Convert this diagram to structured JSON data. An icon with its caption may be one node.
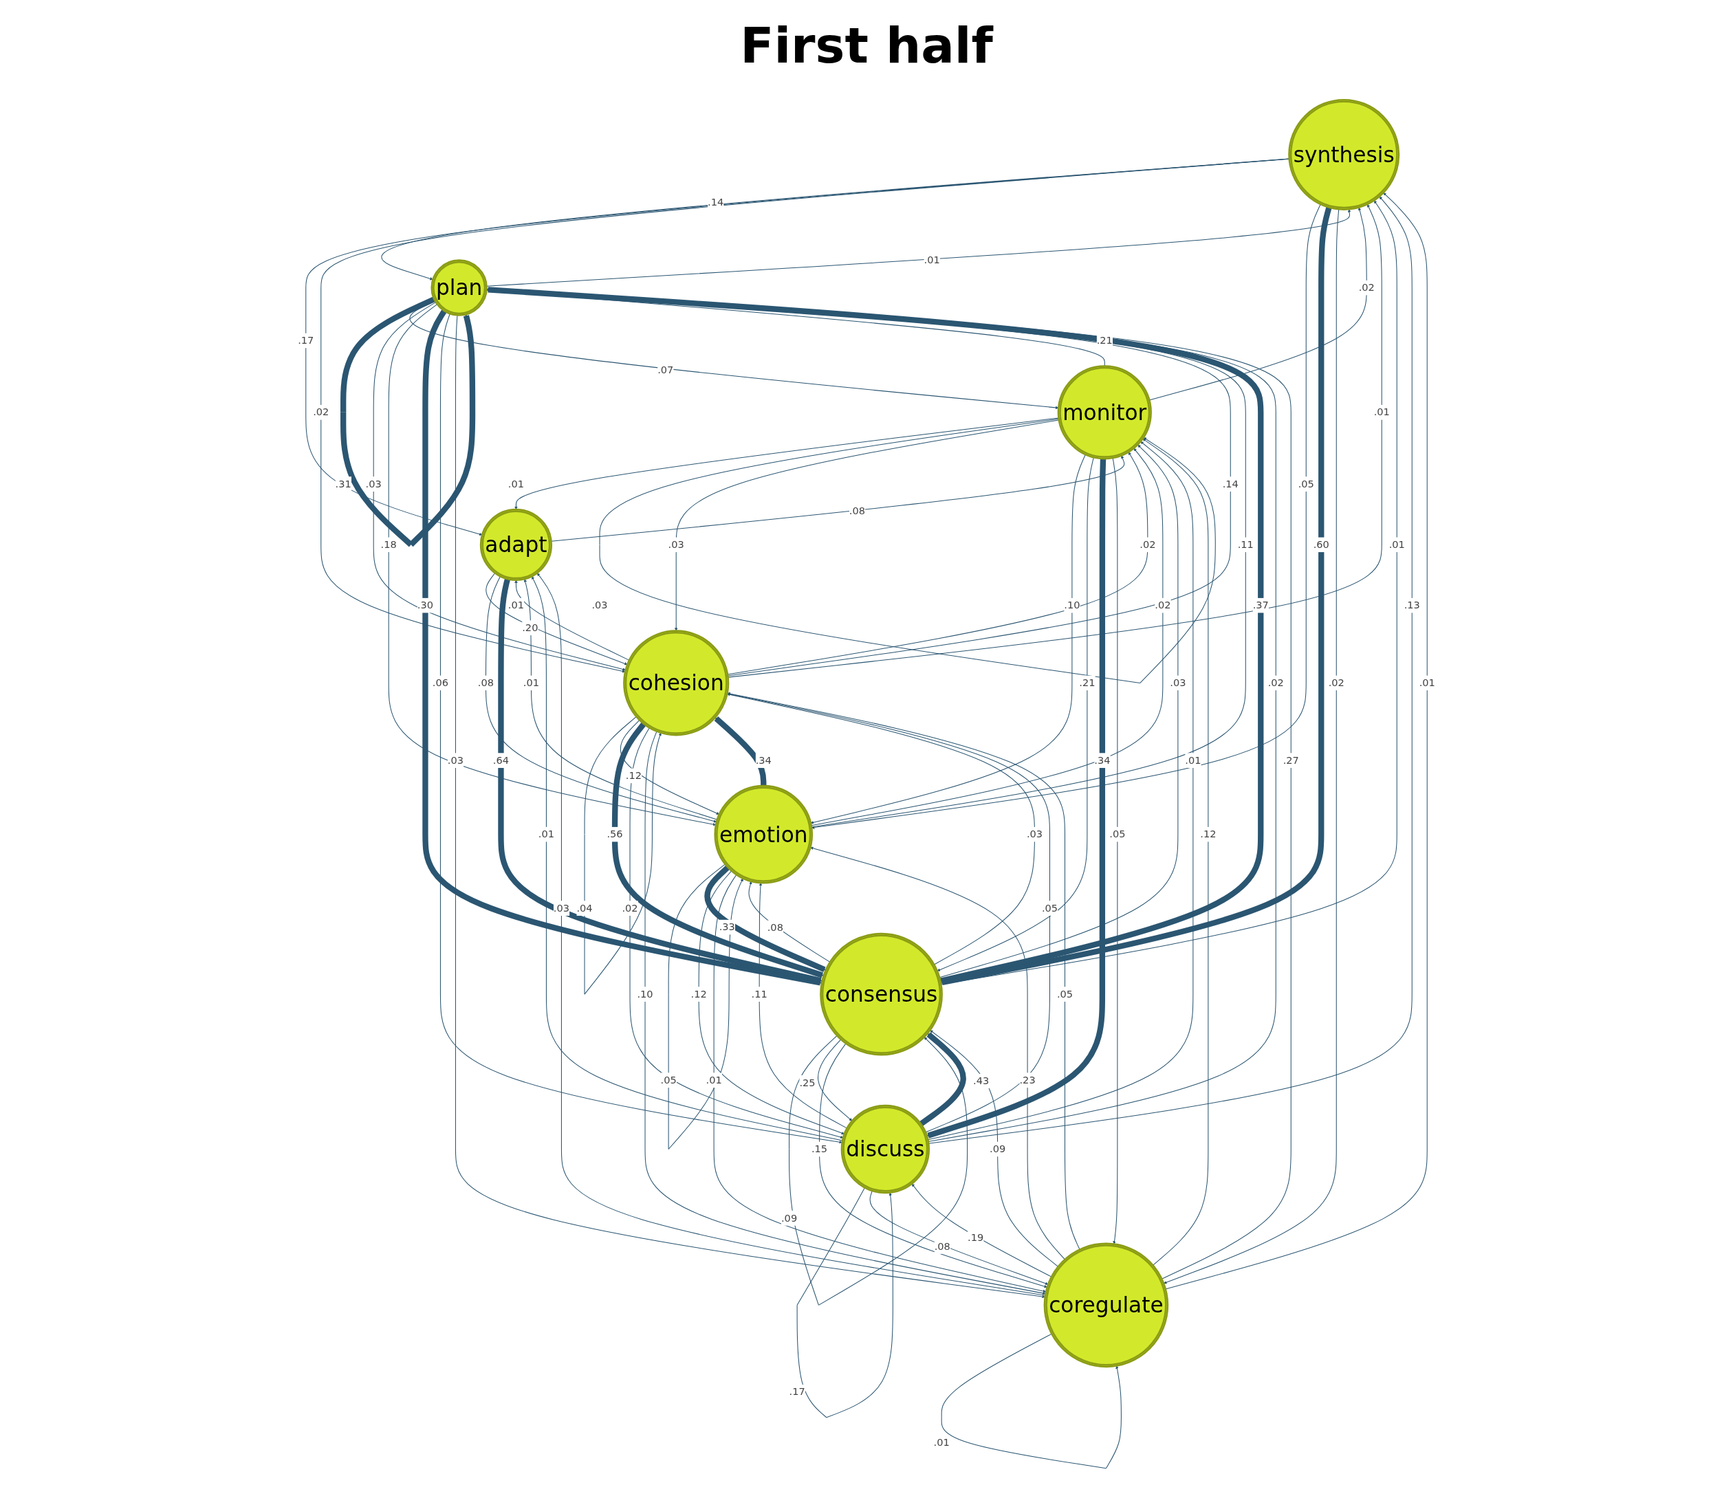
{
  "diagram": {
    "title": "First half",
    "nodes": [
      {
        "text": [
          "synthesis"
        ]
      },
      {
        "text": [
          "plan"
        ]
      },
      {
        "text": [
          "adapt"
        ]
      },
      {
        "text": [
          "monitor"
        ]
      },
      {
        "text": [
          "cohesion"
        ]
      },
      {
        "text": [
          "emotion"
        ]
      },
      {
        "text": [
          "consensus"
        ]
      },
      {
        "text": [
          "discuss"
        ]
      },
      {
        "text": [
          "coregulate"
        ]
      }
    ],
    "edges": [
      {
        "from": 0,
        "to": 1,
        "arrow": "to",
        "label": ".14"
      },
      {
        "from": 0,
        "to": 2,
        "arrow": "to",
        "label": ".17"
      },
      {
        "from": 0,
        "to": 4,
        "arrow": "to",
        "label": ".02"
      },
      {
        "from": 0,
        "to": 5,
        "arrow": "to",
        "label": ".05"
      },
      {
        "from": 0,
        "to": 6,
        "arrow": "to",
        "label": ".60",
        "style": "thick"
      },
      {
        "from": 0,
        "to": 8,
        "arrow": "to",
        "label": ".02"
      },
      {
        "from": 1,
        "to": 0,
        "arrow": "to",
        "label": ".01"
      },
      {
        "from": 1,
        "to": 1,
        "arrow": "to",
        "label": ".31",
        "style": "thick"
      },
      {
        "from": 1,
        "to": 3,
        "arrow": "to",
        "label": ".07"
      },
      {
        "from": 1,
        "to": 4,
        "arrow": "to",
        "label": ".03"
      },
      {
        "from": 1,
        "to": 5,
        "arrow": "to",
        "label": ".18"
      },
      {
        "from": 1,
        "to": 6,
        "arrow": "to",
        "label": ".30",
        "style": "thick"
      },
      {
        "from": 1,
        "to": 7,
        "arrow": "to",
        "label": ".06"
      },
      {
        "from": 1,
        "to": 8,
        "arrow": "to",
        "label": ".03"
      },
      {
        "from": 2,
        "to": 3,
        "arrow": "to",
        "label": ".08"
      },
      {
        "from": 2,
        "to": 4,
        "arrow": "to",
        "label": ".20"
      },
      {
        "from": 2,
        "to": 5,
        "arrow": "to",
        "label": ".08"
      },
      {
        "from": 2,
        "to": 6,
        "arrow": "to",
        "label": ".64",
        "style": "thick"
      },
      {
        "from": 3,
        "to": 0,
        "arrow": "to",
        "label": ".02"
      },
      {
        "from": 3,
        "to": 1,
        "arrow": "to",
        "label": ".21"
      },
      {
        "from": 3,
        "to": 2,
        "arrow": "to",
        "label": ".01"
      },
      {
        "from": 3,
        "to": 3,
        "arrow": "to",
        "label": ".03"
      },
      {
        "from": 3,
        "to": 4,
        "arrow": "to",
        "label": ".03"
      },
      {
        "from": 3,
        "to": 5,
        "arrow": "to",
        "label": ".10"
      },
      {
        "from": 3,
        "to": 6,
        "arrow": "to",
        "label": ".21"
      },
      {
        "from": 3,
        "to": 7,
        "arrow": "to",
        "label": ".34",
        "style": "thick"
      },
      {
        "from": 3,
        "to": 8,
        "arrow": "to",
        "label": ".05"
      },
      {
        "from": 4,
        "to": 0,
        "arrow": "to",
        "label": ".01"
      },
      {
        "from": 4,
        "to": 1,
        "arrow": "to",
        "label": ".14"
      },
      {
        "from": 4,
        "to": 2,
        "arrow": "to",
        "label": ".01"
      },
      {
        "from": 4,
        "to": 3,
        "arrow": "to",
        "label": ".02"
      },
      {
        "from": 4,
        "to": 4,
        "arrow": "to",
        "label": ".04"
      },
      {
        "from": 4,
        "to": 5,
        "arrow": "to",
        "label": ".12"
      },
      {
        "from": 4,
        "to": 6,
        "arrow": "to",
        "label": ".56",
        "style": "thick"
      },
      {
        "from": 4,
        "to": 7,
        "arrow": "to",
        "label": ".02"
      },
      {
        "from": 4,
        "to": 8,
        "arrow": "to",
        "label": ".10"
      },
      {
        "from": 5,
        "to": 1,
        "arrow": "to",
        "label": ".11"
      },
      {
        "from": 5,
        "to": 2,
        "arrow": "to",
        "label": ".01"
      },
      {
        "from": 5,
        "to": 3,
        "arrow": "to",
        "label": ".02"
      },
      {
        "from": 5,
        "to": 4,
        "arrow": "to",
        "label": ".34",
        "style": "thick"
      },
      {
        "from": 5,
        "to": 5,
        "arrow": "to",
        "label": ".05"
      },
      {
        "from": 5,
        "to": 6,
        "arrow": "to",
        "label": ".33",
        "style": "thick"
      },
      {
        "from": 5,
        "to": 7,
        "arrow": "to",
        "label": ".12"
      },
      {
        "from": 5,
        "to": 8,
        "arrow": "to",
        "label": ".01"
      },
      {
        "from": 6,
        "to": 0,
        "arrow": "to",
        "label": ".01"
      },
      {
        "from": 6,
        "to": 1,
        "arrow": "to",
        "label": ".37",
        "style": "thick"
      },
      {
        "from": 6,
        "to": 3,
        "arrow": "to",
        "label": ".03"
      },
      {
        "from": 6,
        "to": 4,
        "arrow": "to",
        "label": ".03"
      },
      {
        "from": 6,
        "to": 5,
        "arrow": "to",
        "label": ".08"
      },
      {
        "from": 6,
        "to": 6,
        "arrow": "to",
        "label": ".09"
      },
      {
        "from": 6,
        "to": 7,
        "arrow": "to",
        "label": ".25"
      },
      {
        "from": 6,
        "to": 8,
        "arrow": "to",
        "label": ".15"
      },
      {
        "from": 7,
        "to": 0,
        "arrow": "to",
        "label": ".13"
      },
      {
        "from": 7,
        "to": 1,
        "arrow": "to",
        "label": ".02"
      },
      {
        "from": 7,
        "to": 2,
        "arrow": "to",
        "label": ".01"
      },
      {
        "from": 7,
        "to": 3,
        "arrow": "to",
        "label": ".01"
      },
      {
        "from": 7,
        "to": 4,
        "arrow": "to",
        "label": ".05"
      },
      {
        "from": 7,
        "to": 5,
        "arrow": "to",
        "label": ".11"
      },
      {
        "from": 7,
        "to": 6,
        "arrow": "to",
        "label": ".43",
        "style": "thick"
      },
      {
        "from": 7,
        "to": 7,
        "arrow": "to",
        "label": ".17"
      },
      {
        "from": 7,
        "to": 8,
        "arrow": "to",
        "label": ".08"
      },
      {
        "from": 8,
        "to": 0,
        "arrow": "to",
        "label": ".01"
      },
      {
        "from": 8,
        "to": 1,
        "arrow": "to",
        "label": ".27"
      },
      {
        "from": 8,
        "to": 2,
        "arrow": "to",
        "label": ".03"
      },
      {
        "from": 8,
        "to": 3,
        "arrow": "to",
        "label": ".12"
      },
      {
        "from": 8,
        "to": 4,
        "arrow": "to",
        "label": ".05"
      },
      {
        "from": 8,
        "to": 5,
        "arrow": "to",
        "label": ".23"
      },
      {
        "from": 8,
        "to": 6,
        "arrow": "to",
        "label": ".09"
      },
      {
        "from": 8,
        "to": 7,
        "arrow": "to",
        "label": ".19"
      },
      {
        "from": 8,
        "to": 8,
        "arrow": "to",
        "label": ".01"
      }
    ]
  }
}
